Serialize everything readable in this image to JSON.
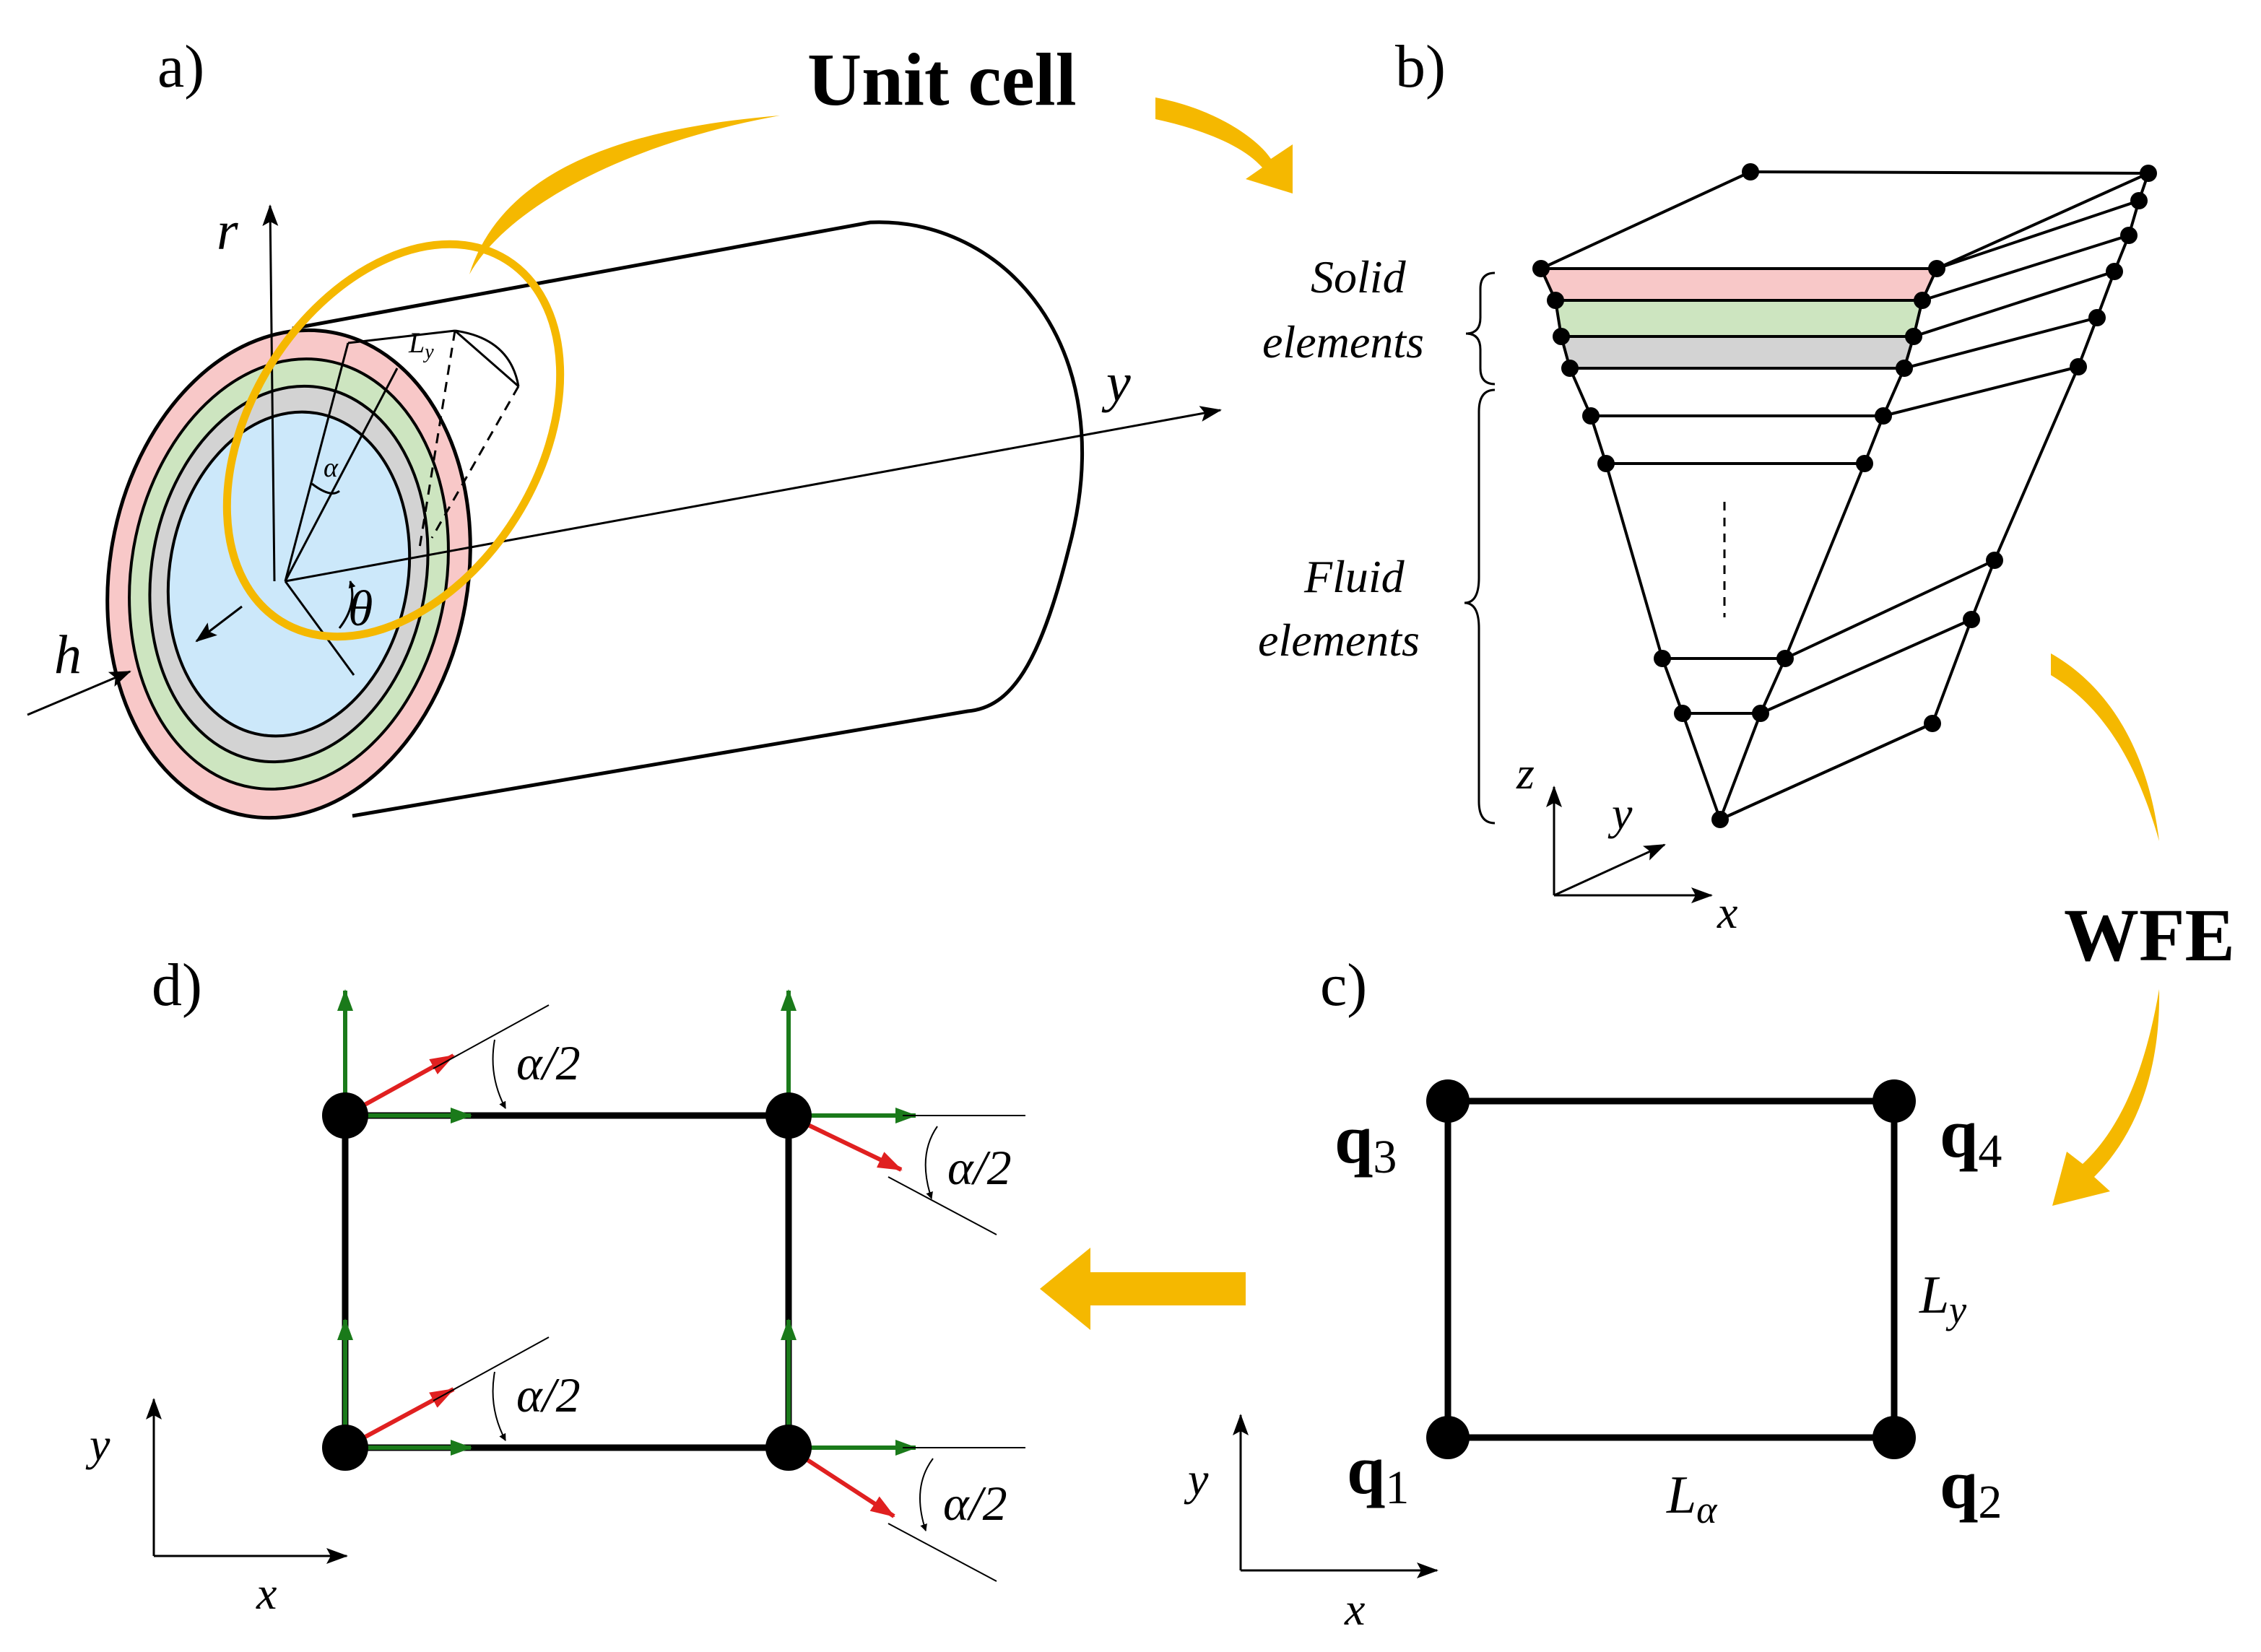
{
  "panels": {
    "a": "a)",
    "b": "b)",
    "c": "c)",
    "d": "d)"
  },
  "callouts": {
    "unit_cell": "Unit cell",
    "wfe": "WFE"
  },
  "panel_a": {
    "axis_r": "r",
    "axis_y": "y",
    "thickness": "h",
    "cell_length": "L",
    "cell_length_sub": "y",
    "angle_alpha": "α",
    "angle_theta": "θ"
  },
  "panel_b": {
    "solid_line1": "Solid",
    "solid_line2": "elements",
    "fluid_line1": "Fluid",
    "fluid_line2": "elements",
    "axis_x": "x",
    "axis_y": "y",
    "axis_z": "z"
  },
  "panel_c": {
    "q1": "q",
    "q1_sub": "1",
    "q2": "q",
    "q2_sub": "2",
    "q3": "q",
    "q3_sub": "3",
    "q4": "q",
    "q4_sub": "4",
    "len_x": "L",
    "len_x_sub": "α",
    "len_y": "L",
    "len_y_sub": "y",
    "axis_x": "x",
    "axis_y": "y"
  },
  "panel_d": {
    "angle_label": "α/2",
    "axis_x": "x",
    "axis_y": "y"
  },
  "colors": {
    "accent_arrow": "#F5B800",
    "solid_layer_1": "#F8C8C8",
    "solid_layer_2": "#CDE5C0",
    "solid_layer_3": "#D3D3D3",
    "fluid_core": "#CCE8FA",
    "vector_green": "#1A7A1A",
    "vector_red": "#E02020"
  }
}
